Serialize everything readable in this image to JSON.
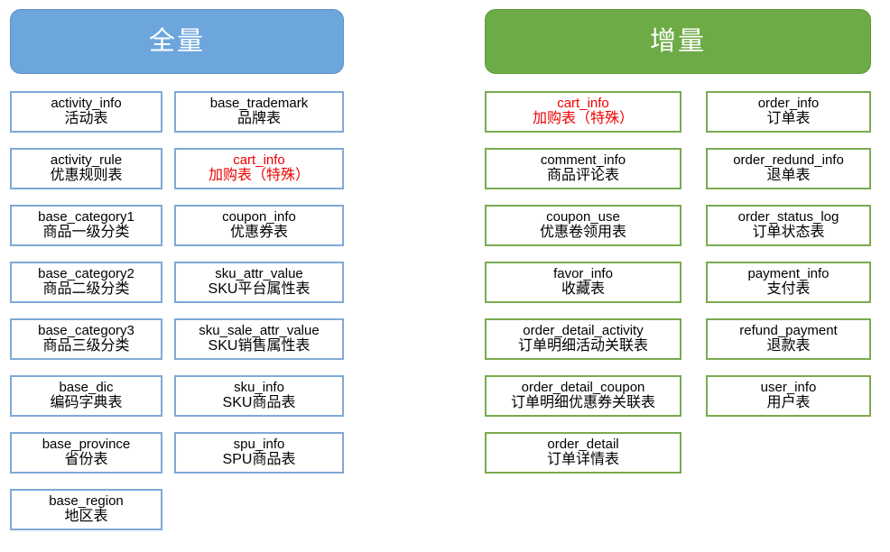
{
  "diagram": {
    "title_full": "全量",
    "title_incremental": "增量",
    "colors": {
      "full_header_bg": "#6CA6DC",
      "full_border": "#7EA9D6",
      "incremental_header_bg": "#6DAB46",
      "incremental_border": "#79AB4E",
      "highlight_text": "#EE0000",
      "normal_text": "#000000",
      "background": "#FFFFFF"
    }
  },
  "full_sync": {
    "header": "全量",
    "left_column": [
      {
        "table": "activity_info",
        "label": "活动表",
        "highlight": false
      },
      {
        "table": "activity_rule",
        "label": "优惠规则表",
        "highlight": false
      },
      {
        "table": "base_category1",
        "label": "商品一级分类",
        "highlight": false
      },
      {
        "table": "base_category2",
        "label": "商品二级分类",
        "highlight": false
      },
      {
        "table": "base_category3",
        "label": "商品三级分类",
        "highlight": false
      },
      {
        "table": "base_dic",
        "label": "编码字典表",
        "highlight": false
      },
      {
        "table": "base_province",
        "label": "省份表",
        "highlight": false
      },
      {
        "table": "base_region",
        "label": "地区表",
        "highlight": false
      }
    ],
    "right_column": [
      {
        "table": "base_trademark",
        "label": "品牌表",
        "highlight": false
      },
      {
        "table": "cart_info",
        "label": "加购表（特殊）",
        "highlight": true
      },
      {
        "table": "coupon_info",
        "label": "优惠券表",
        "highlight": false
      },
      {
        "table": "sku_attr_value",
        "label": "SKU平台属性表",
        "highlight": false
      },
      {
        "table": "sku_sale_attr_value",
        "label": "SKU销售属性表",
        "highlight": false
      },
      {
        "table": "sku_info",
        "label": "SKU商品表",
        "highlight": false
      },
      {
        "table": "spu_info",
        "label": "SPU商品表",
        "highlight": false
      }
    ]
  },
  "incremental_sync": {
    "header": "增量",
    "left_column": [
      {
        "table": "cart_info",
        "label": "加购表（特殊）",
        "highlight": true
      },
      {
        "table": "comment_info",
        "label": "商品评论表",
        "highlight": false
      },
      {
        "table": "coupon_use",
        "label": "优惠卷领用表",
        "highlight": false
      },
      {
        "table": "favor_info",
        "label": "收藏表",
        "highlight": false
      },
      {
        "table": "order_detail_activity",
        "label": "订单明细活动关联表",
        "highlight": false
      },
      {
        "table": "order_detail_coupon",
        "label": "订单明细优惠券关联表",
        "highlight": false
      },
      {
        "table": "order_detail",
        "label": "订单详情表",
        "highlight": false
      }
    ],
    "right_column": [
      {
        "table": "order_info",
        "label": "订单表",
        "highlight": false
      },
      {
        "table": "order_redund_info",
        "label": "退单表",
        "highlight": false
      },
      {
        "table": "order_status_log",
        "label": "订单状态表",
        "highlight": false
      },
      {
        "table": "payment_info",
        "label": "支付表",
        "highlight": false
      },
      {
        "table": "refund_payment",
        "label": "退款表",
        "highlight": false
      },
      {
        "table": "user_info",
        "label": "用户表",
        "highlight": false
      }
    ]
  }
}
